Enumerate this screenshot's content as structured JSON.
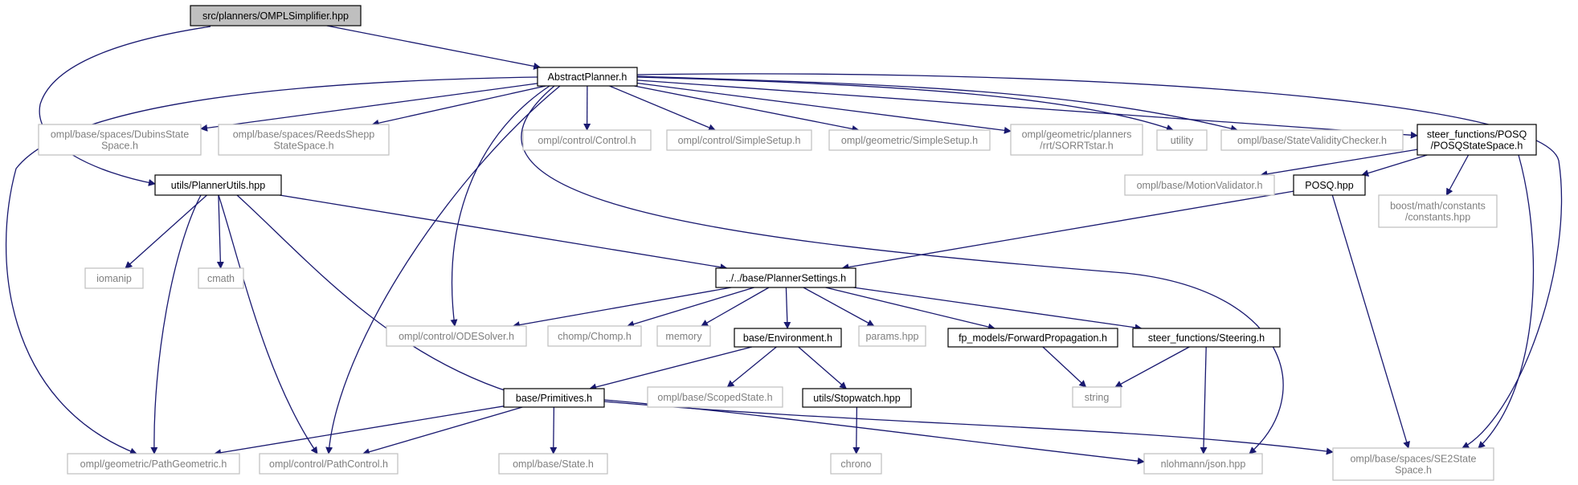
{
  "diagram": {
    "title": "src/planners/OMPLSimplifier.hpp",
    "colors": {
      "edge": "#191970",
      "documented_border": "#000000",
      "external_border": "#bfbfbf",
      "external_text": "#7f7f7f",
      "root_fill": "#bfbfbf"
    },
    "nodes": [
      {
        "id": "root",
        "lines": [
          "src/planners/OMPLSimplifier.hpp"
        ],
        "kind": "root"
      },
      {
        "id": "abstract",
        "lines": [
          "AbstractPlanner.h"
        ],
        "kind": "documented"
      },
      {
        "id": "dubins",
        "lines": [
          "ompl/base/spaces/DubinsState",
          "Space.h"
        ],
        "kind": "external"
      },
      {
        "id": "reeds",
        "lines": [
          "ompl/base/spaces/ReedsShepp",
          "StateSpace.h"
        ],
        "kind": "external"
      },
      {
        "id": "control",
        "lines": [
          "ompl/control/Control.h"
        ],
        "kind": "external"
      },
      {
        "id": "csetup",
        "lines": [
          "ompl/control/SimpleSetup.h"
        ],
        "kind": "external"
      },
      {
        "id": "gsetup",
        "lines": [
          "ompl/geometric/SimpleSetup.h"
        ],
        "kind": "external"
      },
      {
        "id": "sorrt",
        "lines": [
          "ompl/geometric/planners",
          "/rrt/SORRTstar.h"
        ],
        "kind": "external"
      },
      {
        "id": "utility",
        "lines": [
          "utility"
        ],
        "kind": "external"
      },
      {
        "id": "svc",
        "lines": [
          "ompl/base/StateValidityChecker.h"
        ],
        "kind": "external"
      },
      {
        "id": "posqss",
        "lines": [
          "steer_functions/POSQ",
          "/POSQStateSpace.h"
        ],
        "kind": "documented"
      },
      {
        "id": "plannerutils",
        "lines": [
          "utils/PlannerUtils.hpp"
        ],
        "kind": "documented"
      },
      {
        "id": "motionval",
        "lines": [
          "ompl/base/MotionValidator.h"
        ],
        "kind": "external"
      },
      {
        "id": "posqhpp",
        "lines": [
          "POSQ.hpp"
        ],
        "kind": "documented"
      },
      {
        "id": "boostconst",
        "lines": [
          "boost/math/constants",
          "/constants.hpp"
        ],
        "kind": "external"
      },
      {
        "id": "iomanip",
        "lines": [
          "iomanip"
        ],
        "kind": "external"
      },
      {
        "id": "cmath",
        "lines": [
          "cmath"
        ],
        "kind": "external"
      },
      {
        "id": "settings",
        "lines": [
          "../../base/PlannerSettings.h"
        ],
        "kind": "documented"
      },
      {
        "id": "odesolver",
        "lines": [
          "ompl/control/ODESolver.h"
        ],
        "kind": "external"
      },
      {
        "id": "chomp",
        "lines": [
          "chomp/Chomp.h"
        ],
        "kind": "external"
      },
      {
        "id": "memory",
        "lines": [
          "memory"
        ],
        "kind": "external"
      },
      {
        "id": "environment",
        "lines": [
          "base/Environment.h"
        ],
        "kind": "documented"
      },
      {
        "id": "params",
        "lines": [
          "params.hpp"
        ],
        "kind": "external"
      },
      {
        "id": "fwdprop",
        "lines": [
          "fp_models/ForwardPropagation.h"
        ],
        "kind": "documented"
      },
      {
        "id": "steering",
        "lines": [
          "steer_functions/Steering.h"
        ],
        "kind": "documented"
      },
      {
        "id": "primitives",
        "lines": [
          "base/Primitives.h"
        ],
        "kind": "documented"
      },
      {
        "id": "scopedstate",
        "lines": [
          "ompl/base/ScopedState.h"
        ],
        "kind": "external"
      },
      {
        "id": "stopwatch",
        "lines": [
          "utils/Stopwatch.hpp"
        ],
        "kind": "documented"
      },
      {
        "id": "string",
        "lines": [
          "string"
        ],
        "kind": "external"
      },
      {
        "id": "pathgeom",
        "lines": [
          "ompl/geometric/PathGeometric.h"
        ],
        "kind": "external"
      },
      {
        "id": "pathcontrol",
        "lines": [
          "ompl/control/PathControl.h"
        ],
        "kind": "external"
      },
      {
        "id": "state",
        "lines": [
          "ompl/base/State.h"
        ],
        "kind": "external"
      },
      {
        "id": "chrono",
        "lines": [
          "chrono"
        ],
        "kind": "external"
      },
      {
        "id": "json",
        "lines": [
          "nlohmann/json.hpp"
        ],
        "kind": "external"
      },
      {
        "id": "se2",
        "lines": [
          "ompl/base/spaces/SE2State",
          "Space.h"
        ],
        "kind": "external"
      }
    ],
    "edges": [
      [
        "root",
        "abstract"
      ],
      [
        "root",
        "plannerutils"
      ],
      [
        "abstract",
        "dubins"
      ],
      [
        "abstract",
        "reeds"
      ],
      [
        "abstract",
        "control"
      ],
      [
        "abstract",
        "csetup"
      ],
      [
        "abstract",
        "gsetup"
      ],
      [
        "abstract",
        "sorrt"
      ],
      [
        "abstract",
        "utility"
      ],
      [
        "abstract",
        "svc"
      ],
      [
        "abstract",
        "posqss"
      ],
      [
        "abstract",
        "pathgeom"
      ],
      [
        "abstract",
        "pathcontrol"
      ],
      [
        "abstract",
        "odesolver"
      ],
      [
        "abstract",
        "json"
      ],
      [
        "abstract",
        "se2"
      ],
      [
        "posqss",
        "motionval"
      ],
      [
        "posqss",
        "posqhpp"
      ],
      [
        "posqss",
        "boostconst"
      ],
      [
        "posqss",
        "se2"
      ],
      [
        "posqhpp",
        "settings"
      ],
      [
        "posqhpp",
        "se2"
      ],
      [
        "plannerutils",
        "iomanip"
      ],
      [
        "plannerutils",
        "cmath"
      ],
      [
        "plannerutils",
        "settings"
      ],
      [
        "plannerutils",
        "pathgeom"
      ],
      [
        "plannerutils",
        "pathcontrol"
      ],
      [
        "plannerutils",
        "primitives"
      ],
      [
        "settings",
        "odesolver"
      ],
      [
        "settings",
        "chomp"
      ],
      [
        "settings",
        "memory"
      ],
      [
        "settings",
        "environment"
      ],
      [
        "settings",
        "params"
      ],
      [
        "settings",
        "fwdprop"
      ],
      [
        "settings",
        "steering"
      ],
      [
        "environment",
        "primitives"
      ],
      [
        "environment",
        "scopedstate"
      ],
      [
        "environment",
        "stopwatch"
      ],
      [
        "fwdprop",
        "string"
      ],
      [
        "steering",
        "string"
      ],
      [
        "steering",
        "json"
      ],
      [
        "stopwatch",
        "chrono"
      ],
      [
        "primitives",
        "pathgeom"
      ],
      [
        "primitives",
        "pathcontrol"
      ],
      [
        "primitives",
        "state"
      ],
      [
        "primitives",
        "json"
      ],
      [
        "primitives",
        "se2"
      ]
    ]
  }
}
